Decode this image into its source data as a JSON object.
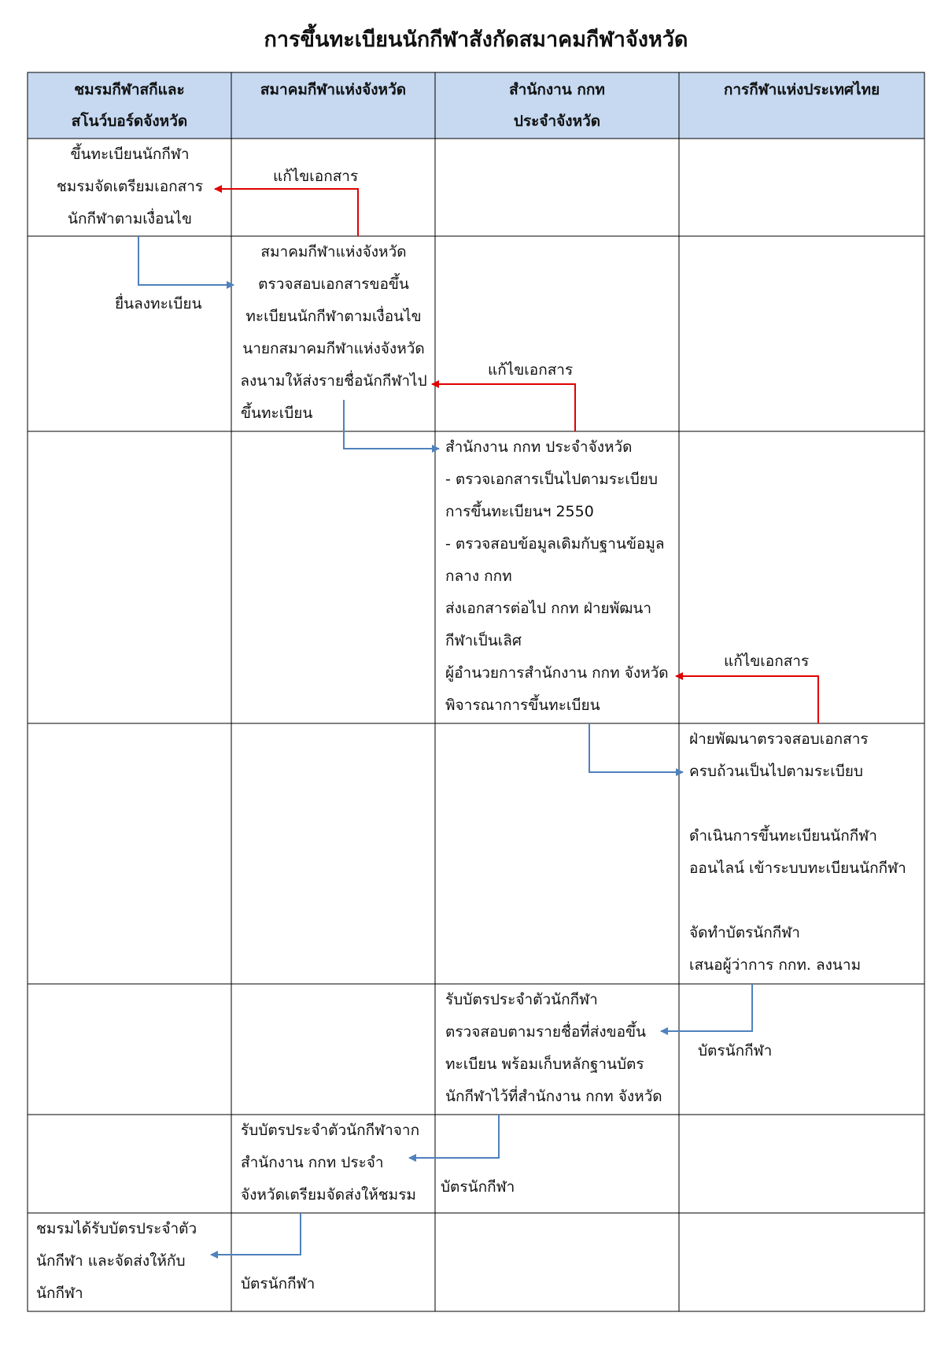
{
  "title": "การขึ้นทะเบียนนักกีฬาสังกัดสมาคมกีฬาจังหวัด",
  "columns": [
    [
      "ชมรมกีฬาสกีและ",
      "สโนว์บอร์ดจังหวัด"
    ],
    [
      "สมาคมกีฬาแห่งจังหวัด"
    ],
    [
      "สำนักงาน กกท",
      "ประจำจังหวัด"
    ],
    [
      "การกีฬาแห่งประเทศไทย"
    ]
  ],
  "steps": {
    "club_register": [
      "ขึ้นทะเบียนนักกีฬา",
      "ชมรมจัดเตรียมเอกสาร",
      "นักกีฬาตามเงื่อนไข"
    ],
    "assoc_check": [
      "สมาคมกีฬาแห่งจังหวัด",
      "ตรวจสอบเอกสารขอขึ้น",
      "ทะเบียนนักกีฬาตามเงื่อนไข",
      "นายกสมาคมกีฬาแห่งจังหวัด",
      "ลงนามให้ส่งรายชื่อนักกีฬาไป",
      "ขึ้นทะเบียน"
    ],
    "office_check": [
      "สำนักงาน กกท ประจำจังหวัด",
      "- ตรวจเอกสารเป็นไปตามระเบียบ",
      "การขึ้นทะเบียนฯ 2550",
      "- ตรวจสอบข้อมูลเดิมกับฐานข้อมูล",
      "กลาง กกท",
      "ส่งเอกสารต่อไป กกท ฝ่ายพัฒนา",
      "กีฬาเป็นเลิศ",
      "ผู้อำนวยการสำนักงาน กกท จังหวัด",
      "พิจารณาการขึ้นทะเบียน"
    ],
    "sat_check": [
      "ฝ่ายพัฒนาตรวจสอบเอกสาร",
      "ครบถ้วนเป็นไปตามระเบียบ",
      "",
      "ดำเนินการขึ้นทะเบียนนักกีฬา",
      "ออนไลน์ เข้าระบบทะเบียนนักกีฬา",
      "",
      "จัดทำบัตรนักกีฬา",
      "เสนอผู้ว่าการ กกท. ลงนาม"
    ],
    "office_receive": [
      "รับบัตรประจำตัวนักกีฬา",
      "ตรวจสอบตามรายชื่อที่ส่งขอขึ้น",
      "ทะเบียน พร้อมเก็บหลักฐานบัตร",
      "นักกีฬาไว้ที่สำนักงาน กกท จังหวัด"
    ],
    "assoc_receive": [
      "รับบัตรประจำตัวนักกีฬาจาก",
      "สำนักงาน กกท ประจำ",
      "จังหวัดเตรียมจัดส่งให้ชมรม"
    ],
    "club_receive": [
      "ชมรมได้รับบัตรประจำตัว",
      "นักกีฬา และจัดส่งให้กับ",
      "นักกีฬา"
    ]
  },
  "edges": {
    "fix_docs_1": "แก้ไขเอกสาร",
    "submit": "ยื่นลงทะเบียน",
    "fix_docs_2": "แก้ไขเอกสาร",
    "fix_docs_3": "แก้ไขเอกสาร",
    "card_1": "บัตรนักกีฬา",
    "card_2": "บัตรนักกีฬา",
    "card_3": "บัตรนักกีฬา"
  },
  "colors": {
    "header_bg": "#c6d9f1",
    "flow_arrow": "#4f81bd",
    "return_arrow": "#e00000",
    "grid": "#000000"
  }
}
